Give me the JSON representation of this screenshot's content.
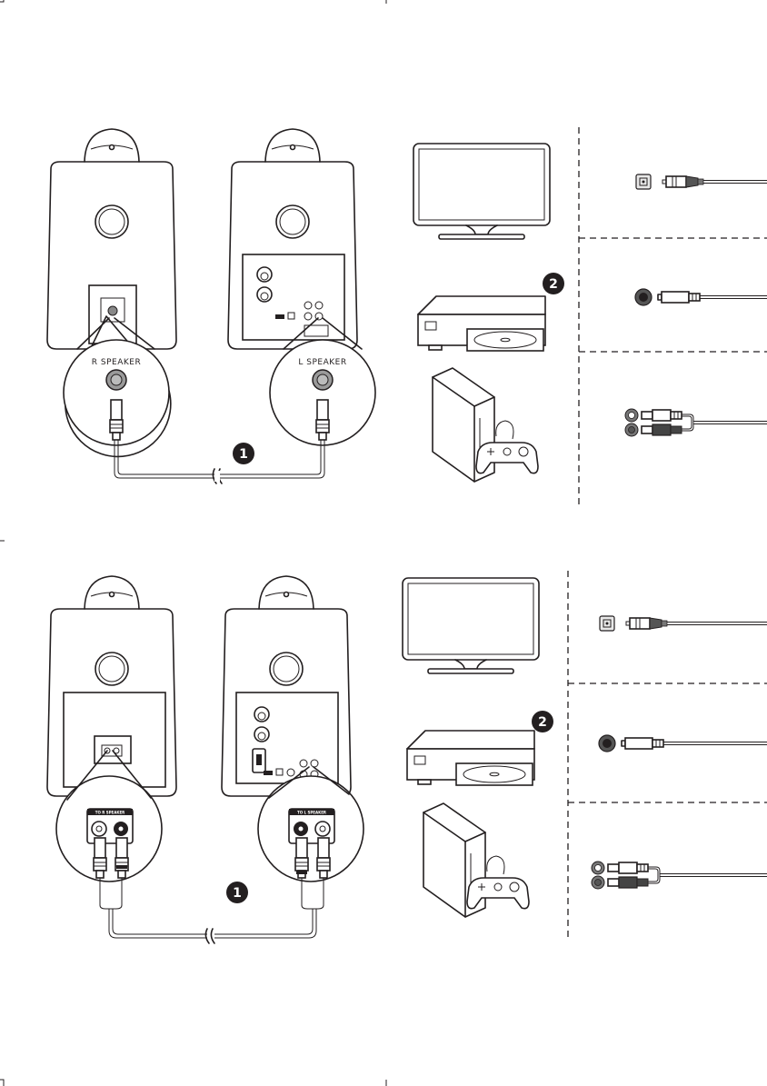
{
  "colors": {
    "ink": "#231f20",
    "background": "#ffffff",
    "jack_grey": "#9a9a9a",
    "dark_plug": "#3a3a3a"
  },
  "crop_marks": [
    "top-left",
    "top-center",
    "bottom-left",
    "bottom-center",
    "mid-left"
  ],
  "panels": [
    {
      "id": "top",
      "speaker_connection": {
        "right_speaker_label": "R  SPEAKER",
        "left_speaker_label": "L  SPEAKER",
        "step_badge": "1",
        "cable_type": "single-rca"
      },
      "sources": {
        "step_badge": "2",
        "devices": [
          "tv-icon",
          "disc-player-icon",
          "game-console-icon"
        ]
      },
      "cable_options": [
        "optical-cable",
        "coaxial-cable",
        "stereo-rca-cable"
      ]
    },
    {
      "id": "bottom",
      "speaker_connection": {
        "right_speaker_label": "TO R SPEAKER",
        "left_speaker_label": "TO L SPEAKER",
        "step_badge": "1",
        "cable_type": "dual-rca"
      },
      "sources": {
        "step_badge": "2",
        "devices": [
          "tv-icon",
          "disc-player-icon",
          "game-console-icon"
        ]
      },
      "cable_options": [
        "optical-cable",
        "coaxial-cable",
        "stereo-rca-cable"
      ]
    }
  ]
}
